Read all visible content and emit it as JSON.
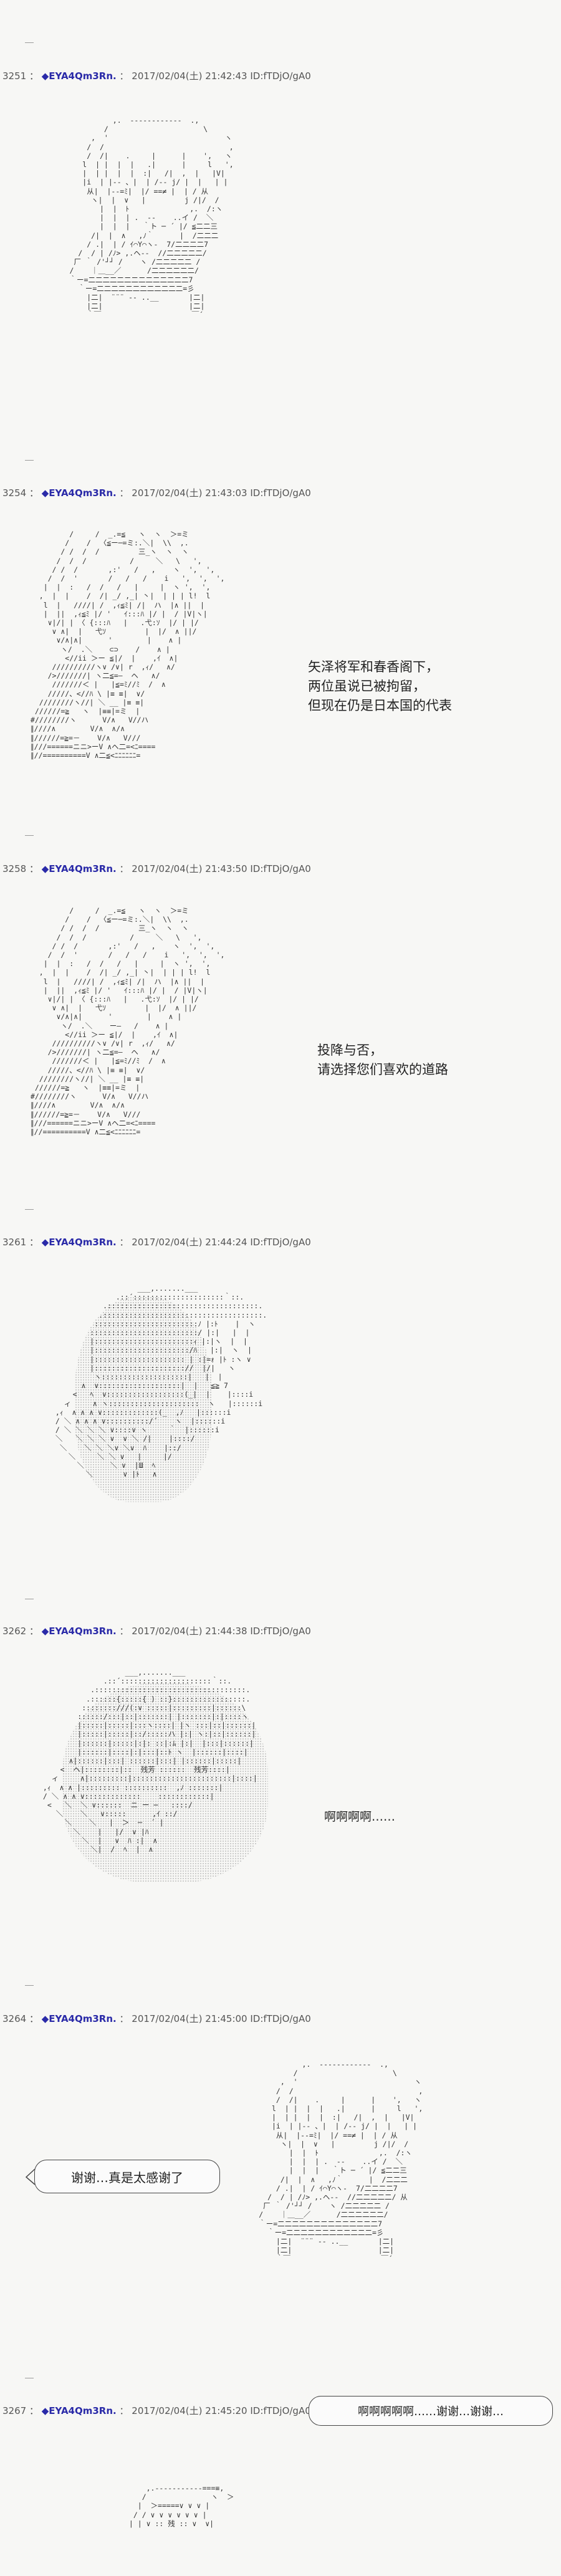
{
  "posts": [
    {
      "number": "3251",
      "author": "◆EYA4Qm3Rn.",
      "datetime": "2017/02/04(土) 21:42:43",
      "id": "ID:fTDjO/gA0",
      "art": "                ,.  ------------  .,\n              /                      \\\n           ,  '                           ヽ\n          /  /                             ,\n          /  /|    .     |      |    ',   ヽ\n         l  | |  |  |   .|      |     l   ',\n         |  | |  |  |  :|   /|  ,  |   |V|\n         |i  | |-- 、|  | /-- j/ |  |   | |\n          从|  |--=ﾐ|  |/ ==≠ |  | / 从\n           ヽ|  |  ∨   |         j /|/  /\n             |  |  ﾄ              ,.  /:ヽ\n             |  |  | .  ‐-    ..イ /  ＼\n             |  |  |   ｀ト ─ ´ |/ ≦二二三\n           /|  |  ∧   ,ﾉ｀      |  /二二二\n          / .|  | / ｲ⌒Y⌒ヽ-  7/二二二二7\n        /  / | /ﾉ> ,.ヘ‐-  //二二二二二/\n       厂 ｀ /'┘┘ /    ヽ /二二二二二 /\n      /    ｜＿__／      /二二二二二二/\n      ｀ー=二二二二二二二二二二二二二二7\n        ｀ー=二二二二二二二二二二二二=彡\n          |二|  ¨¨¨ ‐- ..__       |二|\n          |二|                    |二|\n          ｀￣                     ￣´"
    },
    {
      "number": "3254",
      "author": "◆EYA4Qm3Rn.",
      "datetime": "2017/02/04(土) 21:43:03",
      "id": "ID:fTDjO/gA0",
      "art": "          /     /  _.=≦   ヽ  ヽ  ＞=ミ\n         /    /  〈≦ー─=ミ:.＼|  \\\\  ,.\n        / /  /  /         三_ヽ  ヽ  ヽ\n       /  /  /          /     ＼   \\   ',\n      / /  /       ,:'   /   ,    ヽ  ',  ',\n     /  /  '       /   /   /    i   ',  ',  ',\n    |  |  :   /  /   /   |     |  ヽ ',  ',\n   ,  |  |    /  /| _/ ,_| 丶|  | | | l!  l\n    l  |   ////| /  ,ｨ≦ﾐ| /|  ハ  |∧ ||  |\n    |  ||  ,ｨ≦ﾐ |/ '   ｲ:::ﾊ |/ |  / |V|ヽ|\n     ∨|/| | 〈 {:::ﾊ   |   .弋:ｿ  |/ | |/\n      ∨ ∧|  |   弋ｿ         |  |/  ∧ ||/\n       ∨/∧|∧|      '        |    ∧ |\n        ヽ/  .＼    ⊂⊃    /    ∧ |\n         <//ii ＞ー ≦|/  |    ,ｲ  ∧|\n      //////////ヽ∨ /∨| r  ,ｨ/   ∧/\n     />///////| ヽ二≦=―  ヘ   ∧/\n      ///////＜ |   |≦=ﾐ//ﾐ  /  ∧\n     /////、<//ﾊ \\ |≡ ≡|  ∨/\n   ////////ヽ//| ＼ __ |≡ ≡|\n  //////=≧   ヽ  |≡≡|=ミ  |\n #////////ヽ      V/∧   V//ハ\n ∥////∧        V/∧  ∧/∧\n ∥//////=≧=－    V/∧   V///\n ∥///======ニニ>ーV ∧ヘ二=<ﾆ====\n ∥//==========V ∧二≦<ﾆﾆﾆﾆﾆﾆ=",
      "caption": "矢泽将军和春香阁下，\n两位虽说已被拘留，\n但现在仍是日本国的代表"
    },
    {
      "number": "3258",
      "author": "◆EYA4Qm3Rn.",
      "datetime": "2017/02/04(土) 21:43:50",
      "id": "ID:fTDjO/gA0",
      "art": "          /     /  _.=≦   ヽ  ヽ  ＞=ミ\n         /    /  〈≦ー─=ミ:.＼|  \\\\  ,.\n        / /  /  /         三_ヽ  ヽ  ヽ\n       /  /  /          /     ＼   \\   ',\n      / /  /       ,:'   /   ,    ヽ  ',  ',\n     /  /  '       /   /   /    i   ',  ',  ',\n    |  |  :   /  /   /   |     |  ヽ ',  ',\n   ,  |  |    /  /| _/ ,_| 丶|  | | | l!  l\n    l  |   ////| /  ,ｨ≦ﾐ| /|  ハ  |∧ ||  |\n    |  ||  ,ｨ≦ﾐ |/ '   ｲ:::ﾊ |/ |  / |V|ヽ|\n     ∨|/| | 〈 {:::ﾊ   |   .弋:ｿ  |/ | |/\n      ∨ ∧|  |   弋ｿ         |  |/  ∧ ||/\n       ∨/∧|∧|      '        |    ∧ |\n        ヽ/  .＼    ー―   /    ∧ |\n         <//ii ＞ー ≦|/  |    ,ｲ  ∧|\n      //////////ヽ∨ /∨| r  ,ｨ/   ∧/\n     />///////| ヽ二≦=―  ヘ   ∧/\n      ///////＜ |   |≦=ﾐ//ﾐ  /  ∧\n     /////、<//ﾊ \\ |≡ ≡|  ∨/\n   ////////ヽ//| ＼ __ |≡ ≡|\n  //////=≧   ヽ  |≡≡|=ミ  |\n #////////ヽ      V/∧   V//ハ\n ∥////∧        V/∧  ∧/∧\n ∥//////=≧=－    V/∧   V///\n ∥///======ニニ>ーV ∧ヘ二=<ﾆ====\n ∥//==========V ∧二≦<ﾆﾆﾆﾆﾆﾆ=",
      "caption": "投降与否，\n请选择您们喜欢的道路"
    },
    {
      "number": "3261",
      "author": "◆EYA4Qm3Rn.",
      "datetime": "2017/02/04(土) 21:44:24",
      "id": "ID:fTDjO/gA0",
      "art": "                    ___,.......___\n               .::´:::::::::::::::::::::｀::.\n            .:::::::::::::::::::::::::::::::::::.\n           .:::::::::::::::::::::::::::::::::::::.\n          ::::::::::::::::::::::::ﾉ |:ﾄ    |  ヽ\n         :::::::::::::::::::::::::/ |:|   |  |\n         |:::::::::::::::::::::::ｨ |:|ヽ  |  |\n         |::::::::::::::::::::::/ﾊ   |:|  ヽ  |\n         |::::::::::::::::::::: | :|=ｫ |ﾄ :ヽ ∨\n         |::::::::::::::::::::://  |/|   ヽ\n          ヽ::::::::::::::::::::|   |  |\n       ∧  ∨:::::::::::::::::::|  |   ≦≧ 7\n     <   ﾍ  ∨::::::::::::::::::(_|  |    |::::i\n   ィ     ∧ ヽ:::::::::::::::::::::  ヽ   |::::::i\n ,ｨ  ∧ ∧ ∧ ∨:::::::::::::(_  ,ﾉ   |::::::i\n / ＼ ∧ ∧ ∧ ∨::::::::::/´    ヽ  |::::::i\n / ＼ ＼ ＼ ＼ ∨::::∨ ヽ     ｀  |::::::i\n ＼   ＼ ＼ ＼ ∨  ∨ ＼ /|    |::::/\n  ＼    ＼ ＼ ＼∨ ＼∨  ﾊ    |::/\n    ＼     ＼ ＼ ∨   |     |/\n      ＼      ＼ ∨  |Ш  ﾍ\n        ＼       ∨ |ﾄ   ∧"
    },
    {
      "number": "3262",
      "author": "◆EYA4Qm3Rn.",
      "datetime": "2017/02/04(土) 21:44:38",
      "id": "ID:fTDjO/gA0",
      "art": "                    ___,.......___\n               .::´:::::::::::::::::::::｀::.\n            .:::::::::::::::::::::::::::::::::::.\n           .::::::{:::::{ ) ::}:::::::::::::::::.\n          ::::::::///(:∨ :::::|:::::::::|::::::\\\n         ::::::/:::|::|:::::::| |:::::::|:|::::ヽ\n         |:::::|:::::|:::ヽ::::| |ヽ :::|::|::::::|\n         |:::::|:::::|::/:::::ハ |:| ヽ:|::|::::::|\n         |::::::|:::::|:|: ::|:ﾑ |:|  |:::|::::::|\n         |::::::|::::|:|:::|::ﾄ ヽ  |::::::|::::|\n       ∧|::::::|:::| ::::::|:::| |::::::|:::::|\n     <  ヘ|::::::::|::  残芳 ::::::  残芳::::|\n   ィ     ∧|:::::::::|:::::::::::::::::::::::|::::|\n ,ｨ  ∧ ∧ |::::::::: ::::::::::  ,ﾉ :::::::|\n / ＼ ∧ ∧ ∨:::::::::::::    ::::::::::::|\n  <   ＼  ＼ ∨::::::  ニ ー ─   ::::/\n    ＼    ＼   ∨:::::      ,ｲ ::/\n      ＼    ＼   |  ＞  ─  ´ |\n        ＼    |   |/  ∨ |ﾊ\n          ＼  |   ∨  ﾊ :|  ∧\n            ＼|  /  ﾍ  |  ∧",
      "dialogue": "啊啊啊啊……"
    },
    {
      "number": "3264",
      "author": "◆EYA4Qm3Rn.",
      "datetime": "2017/02/04(土) 21:45:00",
      "id": "ID:fTDjO/gA0",
      "art": "                    ,.  ------------  .,\n                  /                      \\\n               ,  '                           ヽ\n              /  /                             ,\n              /  /|    .     |      |    ',   ヽ\n             l  | |  |  |   .|      |     l   ',\n             |  | |  |  |  :|   /|  ,  |   |V|\n             |i  | |-- 、|  | /-- j/ |  |   | |\n              从|  |--=ﾐ|  |/ ==≠ |  | / 从\n               ヽ|  |  ∨   |         j /|/  /\n                 |  |  ﾄ              ,.  /:ヽ\n                 |  |  | .  ‐-    ..イ /  ＼\n                 |  |  |   ｀ト ─ ´ |/ ≦二二三\n               /|  |  ∧   ,ﾉ｀      |  /二二二\n              / .|  | / ｲ⌒Y⌒ヽ-  7/二二二二7\n            /  / | /ﾉ> ,.ヘ‐-  //二二二二二/ 从\n           厂 ｀ /'┘┘ /    ヽ /二二二二二 /\n          /    ｜＿__／      /二二二二二二/\n          ｀ー=二二二二二二二二二二二二二二7\n            ｀ー=二二二二二二二二二二二二=彡\n              |二|  ¨¨¨ ‐- ..__       |二|\n              |二|                    |二|\n              ｀￣                     ￣´",
      "dialogue": "谢谢…真是太感谢了"
    },
    {
      "number": "3267",
      "author": "◆EYA4Qm3Rn.",
      "datetime": "2017/02/04(土) 21:45:20",
      "id": "ID:fTDjO/gA0",
      "art": "                  ,.-----------===≡,\n                 /               ヽ  ＞\n                |  ＞=====∨ ∨ ∨ |\n               / / ∨ ∨ ∨ ∨ ∨ ∨ |\n              | | ∨ :: 残 :: ∨  ∨|",
      "dialogue": "啊啊啊啊啊……谢谢…谢谢…"
    }
  ]
}
